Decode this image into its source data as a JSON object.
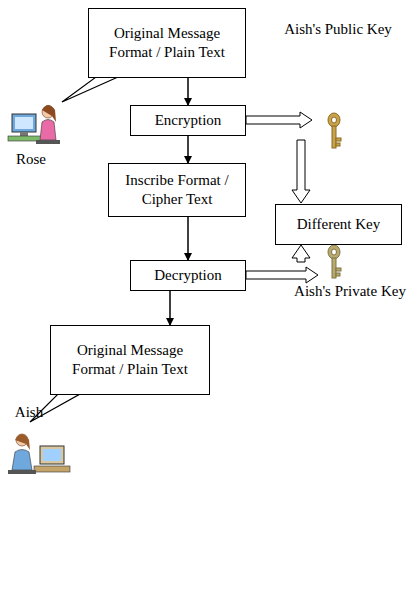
{
  "diagram": {
    "nodes": [
      {
        "text": [
          "Original Message Format / Plain Text"
        ]
      },
      {
        "text": [
          "Encryption"
        ]
      },
      {
        "text": [
          "Inscribe Format / Cipher Text"
        ]
      },
      {
        "text": [
          "Decryption"
        ]
      },
      {
        "text": [
          "Different Key"
        ]
      },
      {
        "text": [
          "Original Message Format / Plain Text"
        ]
      }
    ],
    "edges": [
      {
        "from": 0,
        "to": 1,
        "arrow": "to"
      },
      {
        "from": 1,
        "to": 2,
        "arrow": "to"
      },
      {
        "from": 2,
        "to": 3,
        "arrow": "to"
      },
      {
        "from": 3,
        "to": 5,
        "arrow": "to"
      }
    ],
    "labels": [
      "Rose",
      "Aish's Public Key",
      "Aish's Private Key",
      "Aish"
    ]
  }
}
